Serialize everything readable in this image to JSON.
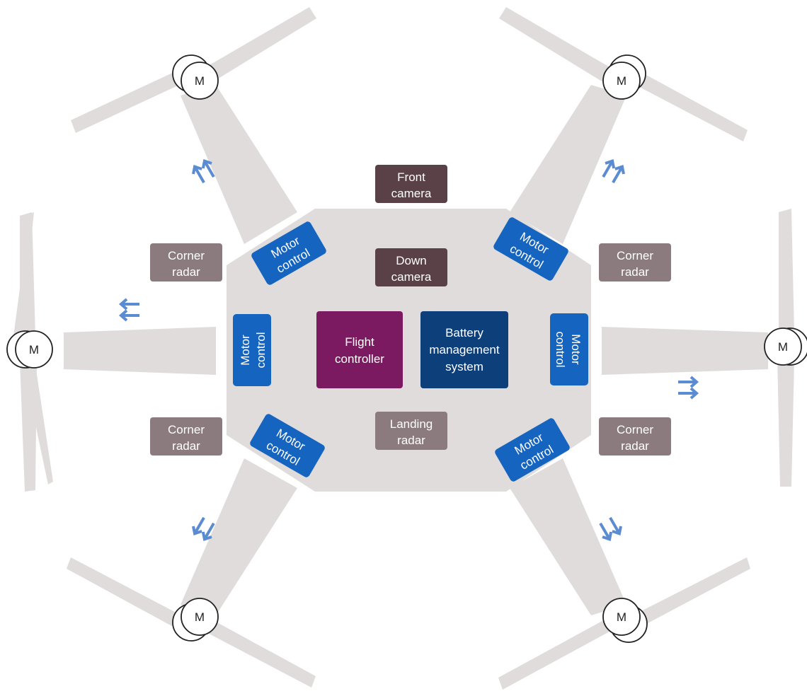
{
  "colors": {
    "background": "#ffffff",
    "frame": "#e0dcdc",
    "arm": "#e0dcdc",
    "propeller": "#e0dcdc",
    "motor_control": "#1565c0",
    "corner_radar": "#8b7b7e",
    "camera": "#5a4148",
    "flight_controller": "#7b1a60",
    "battery_management": "#0d3f7a",
    "landing_radar": "#8b7b7e",
    "arrow": "#5b8bd0",
    "motor_outline": "#222222",
    "text_on_dark": "#ffffff"
  },
  "icons": [
    "motor-icon",
    "double-arrow-icon",
    "propeller-icon"
  ],
  "diagram": {
    "front_camera": [
      "Front",
      "camera"
    ],
    "down_camera": [
      "Down",
      "camera"
    ],
    "flight_controller": [
      "Flight",
      "controller"
    ],
    "battery_management": [
      "Battery",
      "management",
      "system"
    ],
    "landing_radar": [
      "Landing",
      "radar"
    ],
    "corner_radar": [
      "Corner",
      "radar"
    ],
    "motor_control": [
      "Motor",
      "control"
    ],
    "motor": "M"
  }
}
